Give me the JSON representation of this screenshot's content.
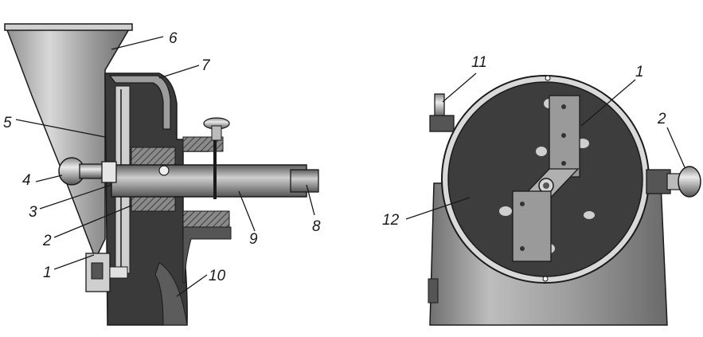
{
  "labels": {
    "l1": "1",
    "l2": "2",
    "l3": "3",
    "l4": "4",
    "l5": "5",
    "l6": "6",
    "l7": "7",
    "l8": "8",
    "l9": "9",
    "l10": "10",
    "r1": "1",
    "r2": "2",
    "r11": "11",
    "r12": "12"
  },
  "colors": {
    "ink": "#1a1a1a",
    "dark": "#3a3a3a",
    "mid": "#777777",
    "light": "#bdbdbd",
    "paper": "#ffffff"
  }
}
